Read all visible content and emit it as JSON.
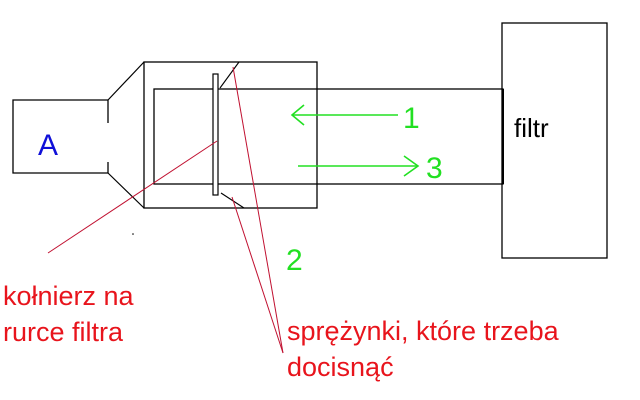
{
  "diagram": {
    "type": "mechanical-sketch",
    "colors": {
      "outline": "#000000",
      "annotation": "#e8141c",
      "leader": "#c01030",
      "flow": "#22e022",
      "component_label": "#1010d8"
    },
    "components": {
      "box_a": {
        "label": "A"
      },
      "filter": {
        "label": "filtr"
      }
    },
    "flow_labels": {
      "arrow_1": "1",
      "arrow_2": "2",
      "arrow_3": "3"
    },
    "annotations": {
      "flange": {
        "line1": "kołnierz na",
        "line2": "rurce filtra"
      },
      "springs": {
        "line1": "sprężynki, które trzeba",
        "line2": "docisnąć"
      }
    }
  }
}
